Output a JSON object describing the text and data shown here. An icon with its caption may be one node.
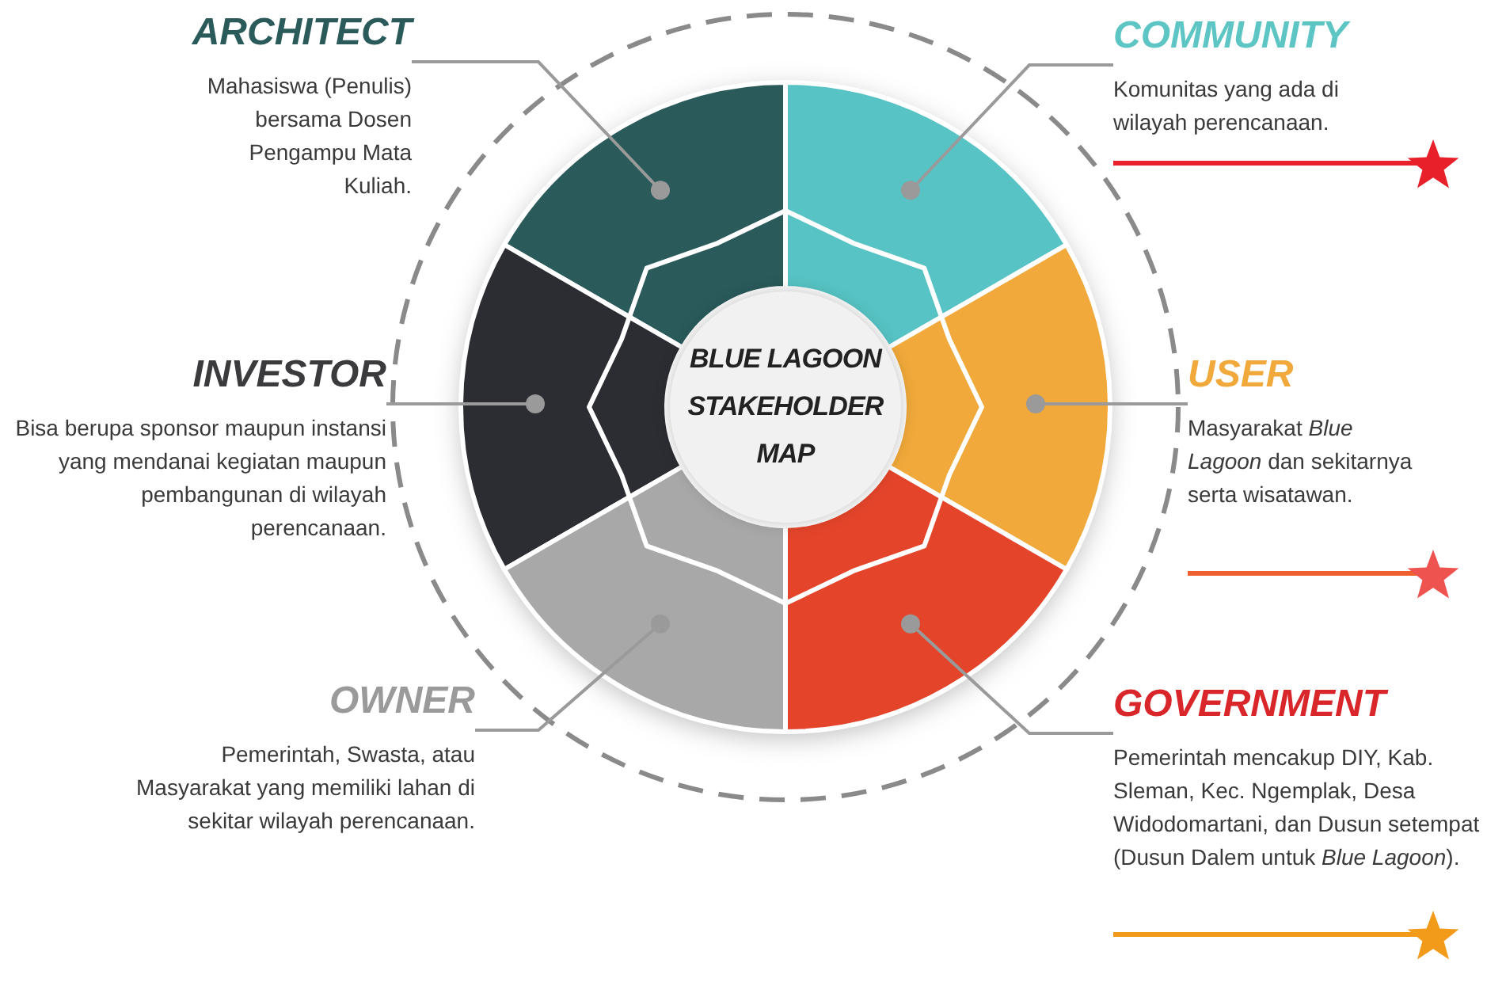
{
  "diagram": {
    "nodes": [
      {
        "text": [
          "ARCHITECT",
          "Mahasiswa (Penulis) bersama Dosen Pengampu Mata Kuliah."
        ]
      },
      {
        "text": [
          "COMMUNITY",
          "Komunitas yang ada di wilayah perencanaan."
        ]
      },
      {
        "text": [
          "INVESTOR",
          "Bisa berupa sponsor maupun instansi yang mendanai kegiatan maupun pembangunan di wilayah perencanaan."
        ]
      },
      {
        "text": [
          "BLUE LAGOON STAKEHOLDER MAP"
        ]
      },
      {
        "text": [
          "USER",
          "Masyarakat *Blue Lagoon* dan sekitarnya serta wisatawan."
        ]
      },
      {
        "text": [
          "OWNER",
          "Pemerintah, Swasta, atau Masyarakat yang memiliki lahan di sekitar wilayah perencanaan."
        ]
      },
      {
        "text": [
          "GOVERNMENT",
          "Pemerintah mencakup DIY, Kab. Sleman, Kec. Ngemplak, Desa Widodomartani, dan Dusun setempat (Dusun Dalem untuk *Blue Lagoon*)."
        ]
      },
      {
        "text": [],
        "shape": "sector"
      },
      {
        "text": [],
        "shape": "sector"
      },
      {
        "text": [],
        "shape": "sector"
      },
      {
        "text": [],
        "shape": "sector"
      },
      {
        "text": [],
        "shape": "sector"
      },
      {
        "text": [],
        "shape": "sector"
      }
    ],
    "edges": [
      {
        "from": 0,
        "to": 7,
        "arrow": "other"
      },
      {
        "from": 1,
        "to": 8,
        "arrow": "other"
      },
      {
        "from": 2,
        "to": 9,
        "arrow": "other"
      },
      {
        "from": 4,
        "to": 10,
        "arrow": "other"
      },
      {
        "from": 5,
        "to": 11,
        "arrow": "other"
      },
      {
        "from": 6,
        "to": 12,
        "arrow": "other"
      }
    ]
  }
}
